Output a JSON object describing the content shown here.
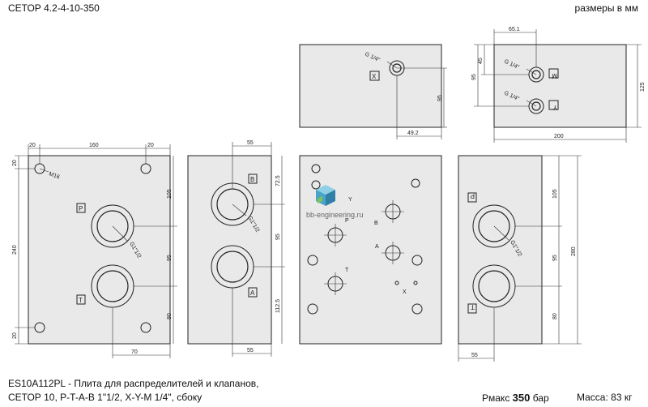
{
  "header": {
    "model": "СЕТОР 4.2-4-10-350",
    "units": "размеры в мм"
  },
  "front": {
    "dims": {
      "top_left": "20",
      "top_mid": "160",
      "top_right": "20",
      "left_top": "20",
      "left_total": "240",
      "left_bottom": "20",
      "right_a": "105",
      "right_b": "95",
      "right_c": "80",
      "bottom": "70"
    },
    "ports": {
      "p": "P",
      "t": "T"
    },
    "thread_hole": "M16",
    "thread_port": "G1\"1/2"
  },
  "side_left": {
    "dims": {
      "top": "55",
      "right_a": "72.5",
      "right_b": "95",
      "right_c": "112.5",
      "bottom": "55"
    },
    "ports": {
      "b": "B",
      "a": "A"
    },
    "thread_port": "G1\"1/2"
  },
  "top_x": {
    "thread": "G 1/4\"",
    "port": "X",
    "dims": {
      "right": "95",
      "bottom": "49.2"
    }
  },
  "top_ym": {
    "thread_m": "G 1/4\"",
    "thread_y": "G 1/4\"",
    "ports": {
      "m": "M",
      "y": "Y"
    },
    "dims": {
      "top": "65.1",
      "left_a": "45",
      "left_b": "95",
      "right": "125",
      "bottom": "200"
    }
  },
  "mount": {
    "labels": {
      "b": "B",
      "a": "A",
      "t": "T",
      "p": "P",
      "x": "X",
      "y": "Y"
    },
    "watermark": "bb-engineering.ru"
  },
  "side_right": {
    "dims": {
      "right_a": "105",
      "right_b": "95",
      "right_c": "80",
      "total": "280",
      "bottom": "55"
    },
    "ports": {
      "p": "P",
      "t": "T"
    },
    "thread_port": "G1\"1/2"
  },
  "footer": {
    "line1": "ES10A112PL - Плита для распределителей и клапанов,",
    "line2": "СЕТОР 10, P-T-A-B 1\"1/2, X-Y-M 1/4\", сбоку",
    "pressure_prefix": "Pмакс",
    "pressure_value": "350",
    "pressure_unit": "бар",
    "mass": "Масса: 83 кг"
  },
  "colors": {
    "plate": "#e9e9e9",
    "line": "#222222"
  }
}
